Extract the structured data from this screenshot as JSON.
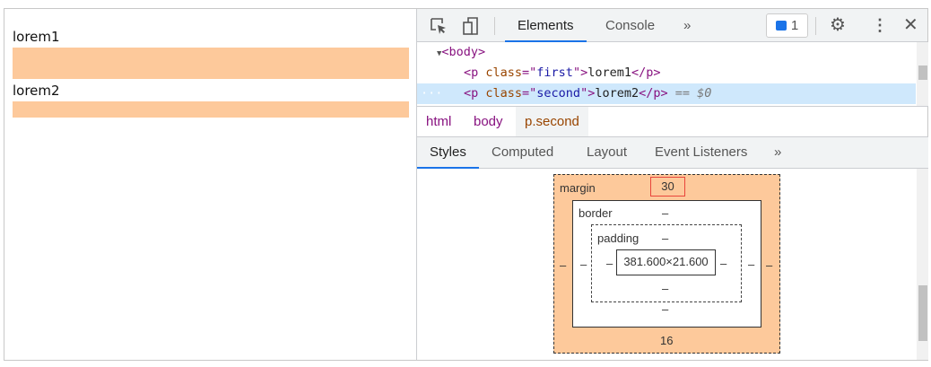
{
  "page": {
    "paragraphs": [
      "lorem1",
      "lorem2"
    ],
    "margin_color": "#fdc99b"
  },
  "devtools": {
    "tabs": [
      "Elements",
      "Console"
    ],
    "more": "»",
    "issues_count": "1",
    "dom": {
      "body_open": "<body>",
      "p1": {
        "open": "<p ",
        "attr": "class",
        "eq": "=\"",
        "value": "first",
        "close": "\">",
        "text": "lorem1",
        "end": "</p>"
      },
      "p2": {
        "open": "<p ",
        "attr": "class",
        "eq": "=\"",
        "value": "second",
        "close": "\">",
        "text": "lorem2",
        "end": "</p>",
        "marker": "== $0"
      },
      "ellipsis": "···"
    },
    "breadcrumbs": [
      "html",
      "body",
      "p.second"
    ],
    "subtabs": [
      "Styles",
      "Computed",
      "Layout",
      "Event Listeners"
    ],
    "box_model": {
      "margin_label": "margin",
      "margin_top": "30",
      "margin_bottom": "16",
      "margin_left": "–",
      "margin_right": "–",
      "border_label": "border",
      "border_top": "–",
      "border_bottom": "–",
      "border_left": "–",
      "border_right": "–",
      "padding_label": "padding",
      "padding_top": "–",
      "padding_bottom": "–",
      "padding_left": "–",
      "padding_right": "–",
      "content": "381.600×21.600"
    }
  }
}
